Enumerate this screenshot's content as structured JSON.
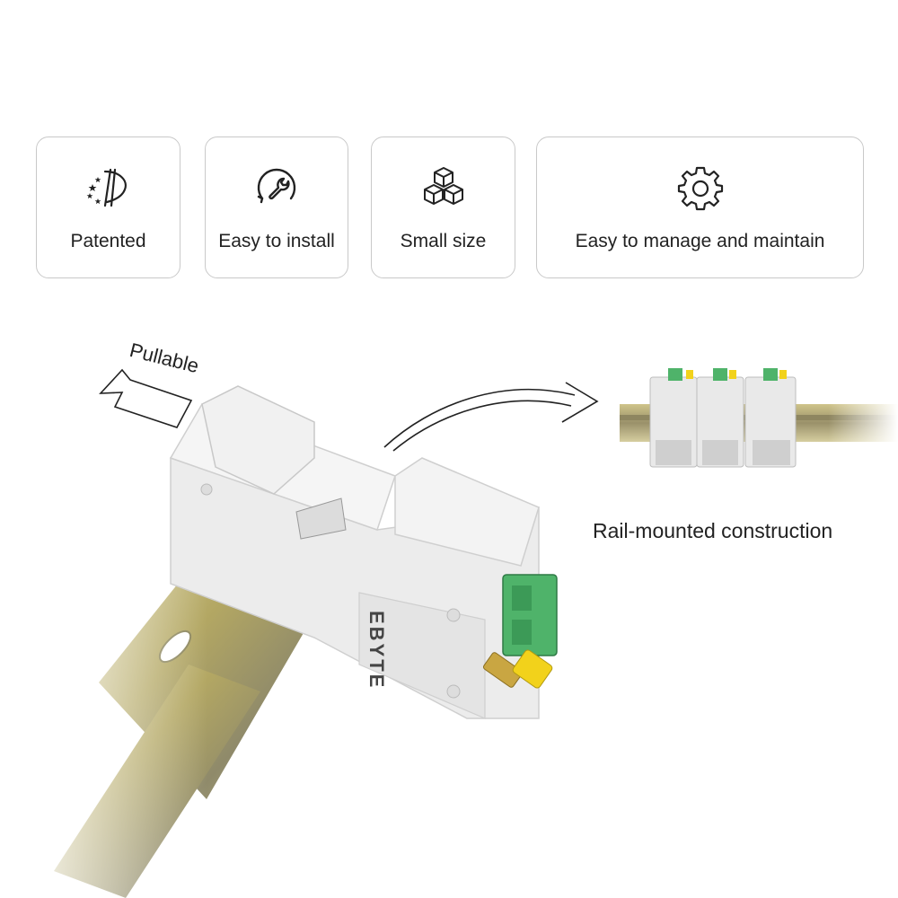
{
  "features": [
    {
      "label": "Patented",
      "icon": "patent-icon"
    },
    {
      "label": "Easy to install",
      "icon": "wrench-icon"
    },
    {
      "label": "Small size",
      "icon": "cubes-icon"
    },
    {
      "label": "Easy to manage and maintain",
      "icon": "gear-icon"
    }
  ],
  "scene": {
    "pull_label": "Pullable",
    "rail_caption": "Rail-mounted construction",
    "brand": "EBYTE"
  },
  "colors": {
    "card_border": "#c9c9c9",
    "icon_stroke": "#222222",
    "terminal_green": "#4fb36a",
    "antenna_yellow": "#f2d21b",
    "rail_metal": "#b7a86a"
  }
}
